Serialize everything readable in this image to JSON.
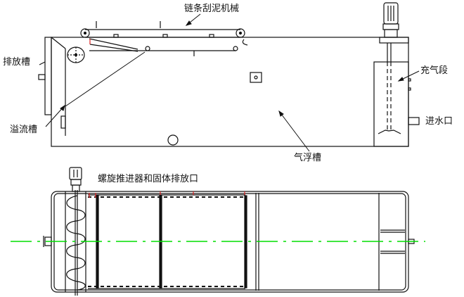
{
  "labels": {
    "chain_scraper": "链条刮泥机械",
    "discharge_tank": "排放槽",
    "overflow_tank": "溢流槽",
    "aeration_section": "充气段",
    "water_inlet": "进水口",
    "flotation_tank": "气浮槽",
    "screw_conveyor": "螺旋推进器和固体排放口"
  },
  "colors": {
    "line": "#111111",
    "centerline": "#00dd00",
    "accent": "#dd2222"
  }
}
